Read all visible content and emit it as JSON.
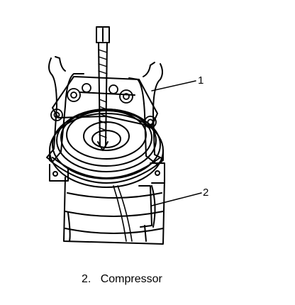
{
  "callouts": [
    {
      "id": "1"
    },
    {
      "id": "2"
    }
  ],
  "caption": {
    "number": "2.",
    "text": "Compressor"
  }
}
